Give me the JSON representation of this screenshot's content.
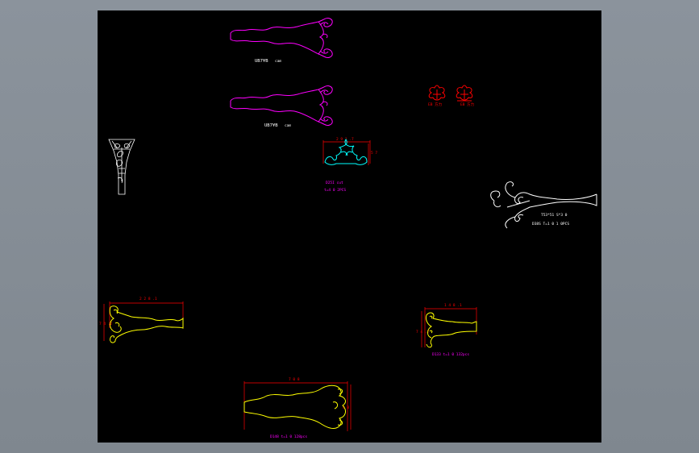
{
  "colors": {
    "background": "#000000",
    "frame": "#878f98",
    "magenta": "#ff00ff",
    "yellow": "#ffff00",
    "red": "#ff0000",
    "cyan": "#00ffff",
    "white": "#ffffff"
  },
  "drawing": {
    "top_part_1": {
      "label_a": "UB7¥B",
      "label_b": "cam"
    },
    "top_part_2": {
      "label_a": "UB7¥B",
      "label_b": "cam"
    },
    "red_ornament_left": {
      "label": "EB 方力"
    },
    "red_ornament_right": {
      "label": "EB 方力"
    },
    "cyan_part": {
      "dim_top": "2 9 1 .7",
      "dim_side": "5 7",
      "label_1": "D25I cut",
      "label_2": "t=4 0 2PCS"
    },
    "white_right_part": {
      "label_1": "T53*51 S*3 0",
      "label_2": "D38S T=1 0 1 0PCS"
    },
    "left_yellow_part": {
      "dim_top": "2 2 8 .1",
      "dim_side": "7 4 .2"
    },
    "right_yellow_part": {
      "dim_top": "1 4 8 .1",
      "dim_side": "7 4 .2",
      "label": "D133 t=1 0 132pcs"
    },
    "bottom_yellow_part": {
      "dim_top": "7 0 8",
      "dim_side": "8 8",
      "label": "D148 t=1 0 128pcs"
    }
  }
}
